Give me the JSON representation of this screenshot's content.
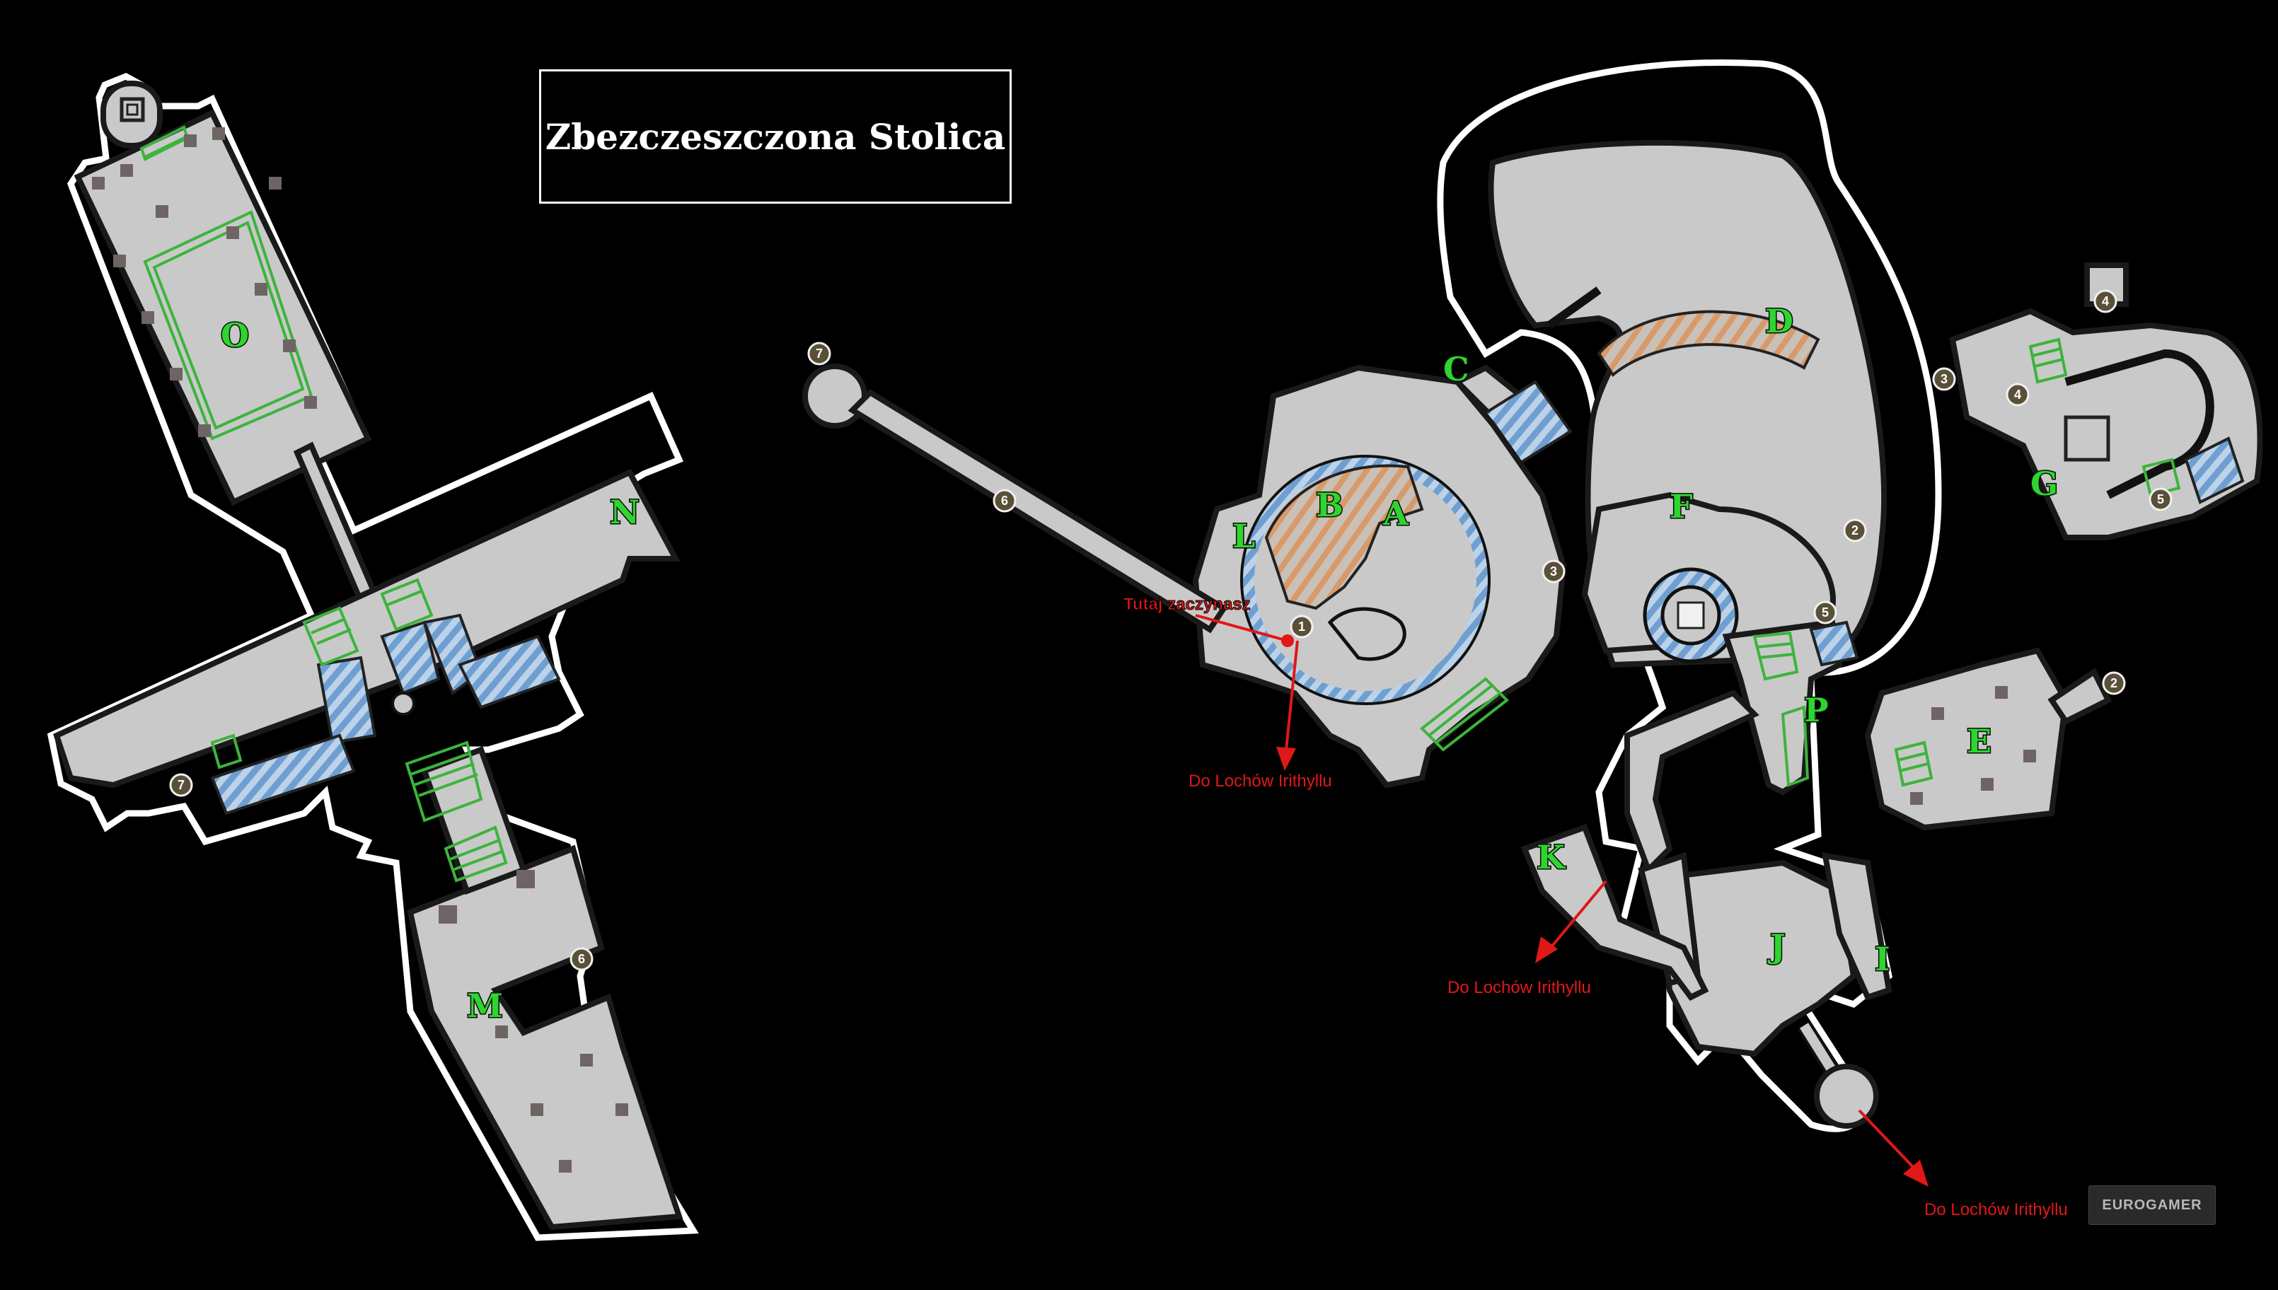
{
  "map": {
    "title": "Zbezczeszczona Stolica",
    "start_label": "Tutaj zaczynasz",
    "exit_label": "Do Lochów Irithyllu",
    "watermark": "EUROGAMER",
    "area_labels": [
      "A",
      "B",
      "C",
      "D",
      "E",
      "F",
      "G",
      "I",
      "J",
      "K",
      "L",
      "M",
      "N",
      "O",
      "P"
    ],
    "markers": [
      "1",
      "2",
      "3",
      "4",
      "5",
      "6",
      "7"
    ],
    "colors": {
      "background": "#000000",
      "floor": "#c9c9c9",
      "outline": "#ffffff",
      "stairs": "#3cb43c",
      "blue_hatch": "#6f9fd0",
      "orange_hatch": "#d89a6a",
      "route": "#e01818",
      "label": "#2ed52e"
    }
  }
}
